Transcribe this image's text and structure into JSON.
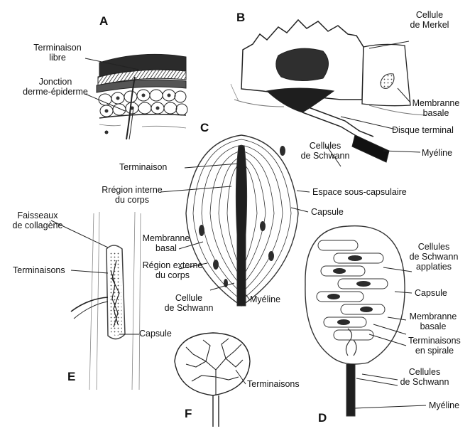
{
  "panels": {
    "a": {
      "letter": "A",
      "labels": {
        "free_ending_1": "Terminaison",
        "free_ending_2": "libre",
        "junction_1": "Jonction",
        "junction_2": "derme-épiderme"
      }
    },
    "b": {
      "letter": "B",
      "labels": {
        "merkel_1": "Cellule",
        "merkel_2": "de Merkel",
        "basal_1": "Membranne",
        "basal_2": "basale",
        "disc": "Disque terminal",
        "schwann_1": "Cellules",
        "schwann_2": "de Schwann",
        "myelin": "Myéline"
      }
    },
    "c": {
      "letter": "C",
      "labels": {
        "ending": "Terminaison",
        "inner_1": "Rrégion interne",
        "inner_2": "du corps",
        "subcaps": "Espace sous-capsulaire",
        "capsule": "Capsule",
        "basal_1": "Membranne",
        "basal_2": "basal",
        "outer_1": "Région externe",
        "outer_2": "du corps",
        "schwann_1": "Cellule",
        "schwann_2": "de Schwann",
        "myelin": "Myéline"
      }
    },
    "d": {
      "letter": "D",
      "labels": {
        "flat_1": "Cellules",
        "flat_2": "de Schwann",
        "flat_3": "applaties",
        "capsule": "Capsule",
        "basal_1": "Membranne",
        "basal_2": "basale",
        "spiral_1": "Terminaisons",
        "spiral_2": "en spirale",
        "schwann_1": "Cellules",
        "schwann_2": "de Schwann",
        "myelin": "Myéline"
      }
    },
    "e": {
      "letter": "E",
      "labels": {
        "collagen_1": "Faisseaux",
        "collagen_2": "de collagène",
        "endings": "Terminaisons",
        "capsule": "Capsule"
      }
    },
    "f": {
      "letter": "F",
      "labels": {
        "endings": "Terminaisons"
      }
    }
  }
}
